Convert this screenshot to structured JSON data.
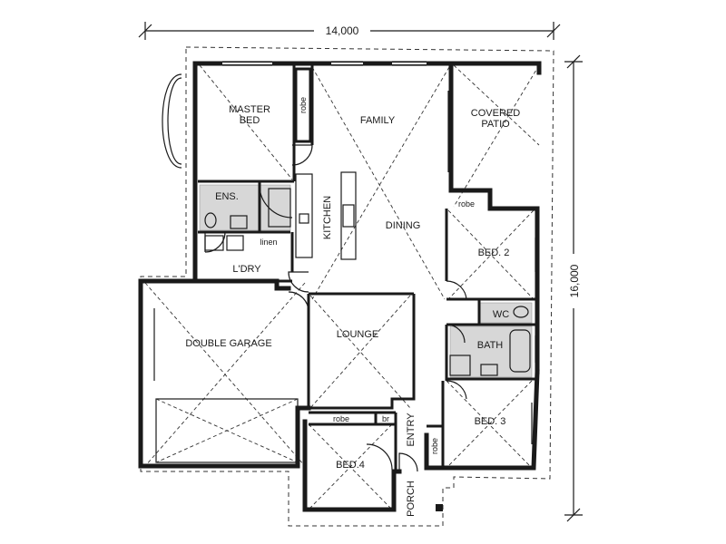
{
  "dimensions": {
    "width": "14,000",
    "depth": "16,000"
  },
  "rooms": {
    "master_bed": [
      "MASTER",
      "BED"
    ],
    "robe_master": "robe",
    "family": "FAMILY",
    "covered_patio": [
      "COVERED",
      "PATIO"
    ],
    "ens": "ENS.",
    "linen": "linen",
    "kitchen": "KITCHEN",
    "dining": "DINING",
    "laundry": "L'DRY",
    "robe_bed2": "robe",
    "bed2": "BED. 2",
    "wc": "WC",
    "double_garage": "DOUBLE GARAGE",
    "lounge": "LOUNGE",
    "bath": "BATH",
    "robe_bed4": "robe",
    "br": "br",
    "entry": "ENTRY",
    "robe_bed3": "robe",
    "bed3": "BED. 3",
    "bed4": "BED.4",
    "porch": "PORCH"
  }
}
